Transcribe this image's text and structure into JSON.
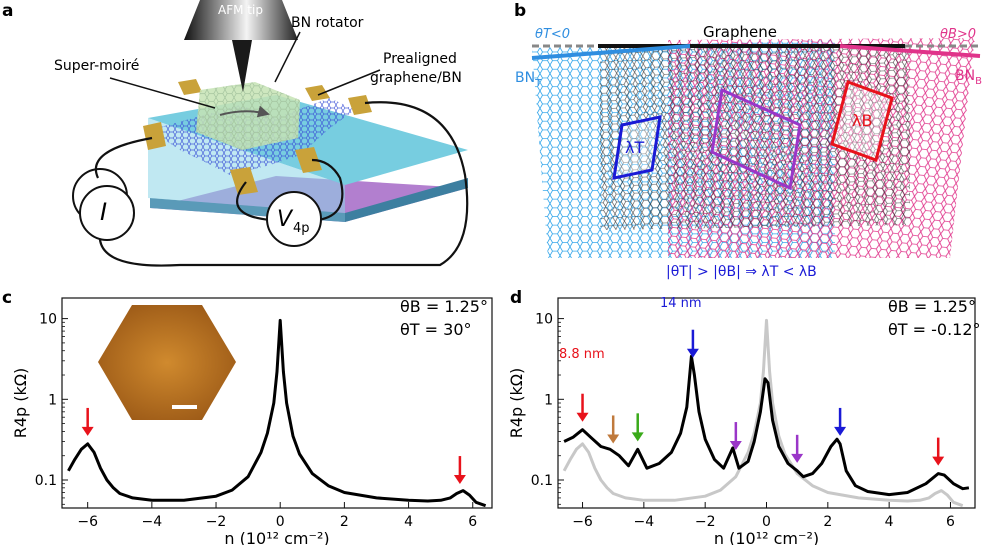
{
  "panels": {
    "a": {
      "label": "a",
      "afm_tip": "AFM tip",
      "bn_rotator": "BN rotator",
      "super_moire": "Super-moiré",
      "prealigned_1": "Prealigned",
      "prealigned_2": "graphene/BN",
      "current_symbol": "I",
      "voltage_symbol": "V",
      "voltage_sub": "4p"
    },
    "b": {
      "label": "b",
      "graphene": "Graphene",
      "theta_t_cond": "θT<0",
      "theta_b_cond": "θB>0",
      "bn_t": "BN",
      "bn_t_sub": "T",
      "bn_b": "BN",
      "bn_b_sub": "B",
      "lambda_t": "λT",
      "lambda_b": "λB",
      "relation": "|θT| > |θB| ⇒ λT < λB"
    },
    "c": {
      "label": "c",
      "theta_b": "θB = 1.25°",
      "theta_t": "θT = 30°"
    },
    "d": {
      "label": "d",
      "theta_b": "θB =  1.25°",
      "theta_t": "θT = -0.12°",
      "ann_88": "8.8 nm",
      "ann_14": "14 nm"
    }
  },
  "colors": {
    "bn_t_blue": "#2f8ee0",
    "bn_b_pink": "#e0338a",
    "lambda_t_blue": "#1a1ad6",
    "lambda_b_red": "#e8121b",
    "purple": "#9a36c8",
    "brown": "#c07a3c",
    "green": "#3aaa1a",
    "trace_black": "#000000",
    "trace_gray": "#c8c8c8"
  },
  "chart_data": [
    {
      "panel": "c",
      "type": "line",
      "xlabel": "n (10¹² cm⁻²)",
      "ylabel": "R4p (kΩ)",
      "yscale": "log",
      "xlim": [
        -6.8,
        6.6
      ],
      "ylim": [
        0.045,
        18
      ],
      "xticks": [
        "−6",
        "−4",
        "−2",
        "0",
        "2",
        "4",
        "6"
      ],
      "yticks": [
        "0.1",
        "1",
        "10"
      ],
      "series": [
        {
          "color": "#000000",
          "x": [
            -6.6,
            -6.4,
            -6.2,
            -6.0,
            -5.8,
            -5.6,
            -5.4,
            -5.2,
            -5.0,
            -4.6,
            -4.0,
            -3.0,
            -2.0,
            -1.5,
            -1.0,
            -0.6,
            -0.4,
            -0.2,
            -0.1,
            0.0,
            0.1,
            0.2,
            0.4,
            0.6,
            1.0,
            1.5,
            2.0,
            3.0,
            4.0,
            4.6,
            5.0,
            5.3,
            5.5,
            5.7,
            5.9,
            6.1,
            6.4
          ],
          "y": [
            0.13,
            0.18,
            0.24,
            0.28,
            0.22,
            0.14,
            0.1,
            0.08,
            0.068,
            0.06,
            0.056,
            0.056,
            0.063,
            0.075,
            0.11,
            0.22,
            0.38,
            0.9,
            2.2,
            9.5,
            2.2,
            0.9,
            0.35,
            0.21,
            0.12,
            0.085,
            0.07,
            0.06,
            0.056,
            0.055,
            0.056,
            0.06,
            0.068,
            0.074,
            0.065,
            0.053,
            0.048
          ]
        }
      ],
      "markers": [
        {
          "x": -6.0,
          "color": "#e8121b"
        },
        {
          "x": 5.6,
          "color": "#e8121b"
        }
      ]
    },
    {
      "panel": "d",
      "type": "line",
      "xlabel": "n (10¹² cm⁻²)",
      "ylabel": "R4p (kΩ)",
      "yscale": "log",
      "xlim": [
        -6.8,
        6.8
      ],
      "ylim": [
        0.045,
        18
      ],
      "xticks": [
        "−6",
        "−4",
        "−2",
        "0",
        "2",
        "4",
        "6"
      ],
      "yticks": [
        "0.1",
        "1",
        "10"
      ],
      "series": [
        {
          "color": "#c8c8c8",
          "x": [
            -6.6,
            -6.4,
            -6.2,
            -6.0,
            -5.8,
            -5.6,
            -5.4,
            -5.2,
            -5.0,
            -4.6,
            -4.0,
            -3.0,
            -2.0,
            -1.5,
            -1.0,
            -0.6,
            -0.4,
            -0.2,
            -0.1,
            0.0,
            0.1,
            0.2,
            0.4,
            0.6,
            1.0,
            1.5,
            2.0,
            3.0,
            4.0,
            4.6,
            5.0,
            5.3,
            5.5,
            5.7,
            5.9,
            6.1,
            6.4
          ],
          "y": [
            0.13,
            0.18,
            0.24,
            0.28,
            0.22,
            0.14,
            0.1,
            0.08,
            0.068,
            0.06,
            0.056,
            0.056,
            0.063,
            0.075,
            0.11,
            0.22,
            0.38,
            0.9,
            2.2,
            9.5,
            2.2,
            0.9,
            0.35,
            0.21,
            0.12,
            0.085,
            0.07,
            0.06,
            0.056,
            0.055,
            0.056,
            0.06,
            0.068,
            0.074,
            0.065,
            0.053,
            0.048
          ]
        },
        {
          "color": "#000000",
          "x": [
            -6.6,
            -6.3,
            -6.0,
            -5.7,
            -5.4,
            -5.1,
            -4.8,
            -4.5,
            -4.2,
            -3.9,
            -3.5,
            -3.1,
            -2.8,
            -2.6,
            -2.45,
            -2.35,
            -2.2,
            -2.0,
            -1.7,
            -1.4,
            -1.1,
            -0.9,
            -0.6,
            -0.4,
            -0.2,
            -0.05,
            0.05,
            0.2,
            0.4,
            0.7,
            1.0,
            1.2,
            1.5,
            1.8,
            2.1,
            2.3,
            2.4,
            2.6,
            2.9,
            3.3,
            4.0,
            4.6,
            5.2,
            5.6,
            5.8,
            6.1,
            6.4,
            6.6
          ],
          "y": [
            0.3,
            0.34,
            0.42,
            0.33,
            0.26,
            0.24,
            0.2,
            0.15,
            0.24,
            0.14,
            0.16,
            0.22,
            0.38,
            0.8,
            3.4,
            2.0,
            0.7,
            0.32,
            0.18,
            0.14,
            0.25,
            0.14,
            0.17,
            0.3,
            0.7,
            1.8,
            1.6,
            0.55,
            0.26,
            0.16,
            0.13,
            0.11,
            0.12,
            0.16,
            0.26,
            0.32,
            0.28,
            0.13,
            0.085,
            0.072,
            0.066,
            0.07,
            0.09,
            0.12,
            0.115,
            0.09,
            0.078,
            0.08
          ]
        }
      ],
      "markers": [
        {
          "x": -6.0,
          "color": "#e8121b"
        },
        {
          "x": -5.0,
          "color": "#c07a3c"
        },
        {
          "x": -4.2,
          "color": "#3aaa1a"
        },
        {
          "x": -2.4,
          "color": "#1a1ad6"
        },
        {
          "x": -1.0,
          "color": "#9a36c8"
        },
        {
          "x": 1.0,
          "color": "#9a36c8"
        },
        {
          "x": 2.4,
          "color": "#1a1ad6"
        },
        {
          "x": 5.6,
          "color": "#e8121b"
        }
      ]
    }
  ]
}
